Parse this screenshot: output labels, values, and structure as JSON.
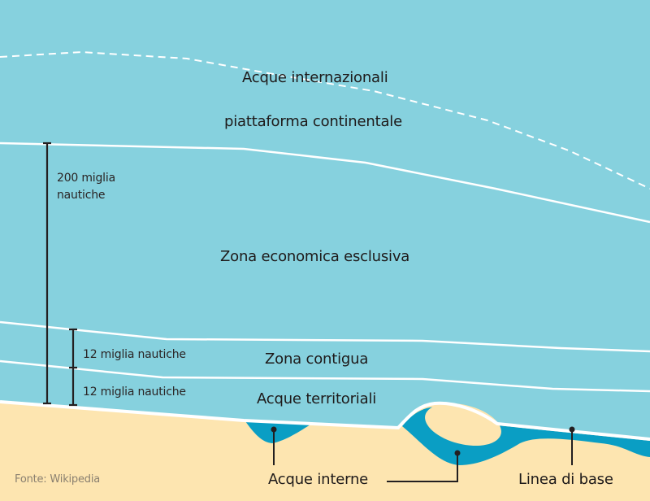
{
  "colors": {
    "sea": "#86d1de",
    "sand": "#fde5b0",
    "inner_water": "#0a9ec4",
    "line": "#ffffff",
    "ink": "#231f20"
  },
  "labels": {
    "international": "Acque internazionali",
    "continental_shelf": "piattaforma continentale",
    "eez": "Zona economica esclusiva",
    "contiguous": "Zona contigua",
    "territorial": "Acque territoriali",
    "internal": "Acque interne",
    "baseline": "Linea di base",
    "miles_200": "200 miglia",
    "miles_200_b": "nautiche",
    "miles_12_a": "12 miglia nautiche",
    "miles_12_b": "12 miglia nautiche",
    "source": "Fonte: Wikipedia"
  }
}
